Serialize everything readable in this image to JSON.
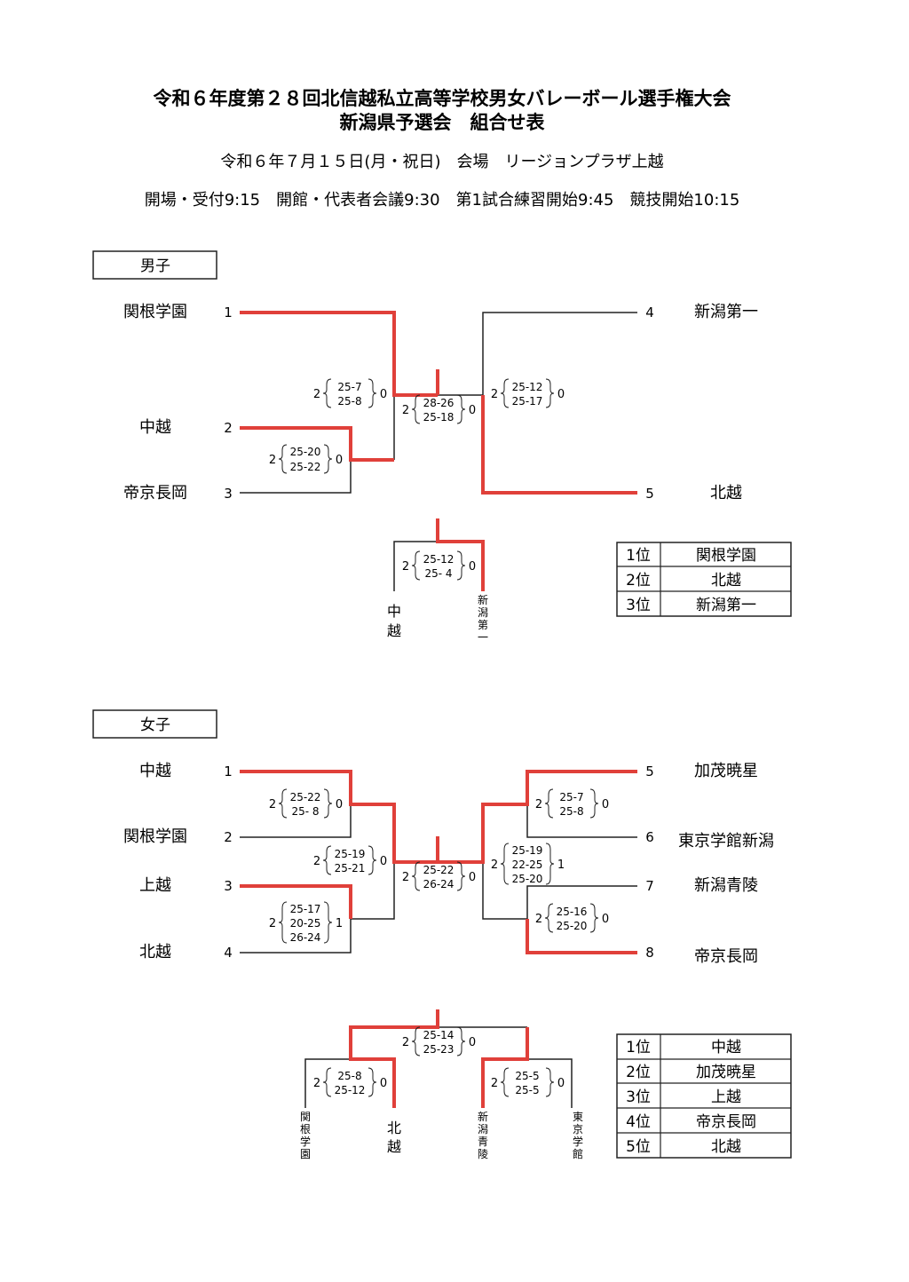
{
  "header": {
    "title_line1": "令和６年度第２８回北信越私立高等学校男女バレーボール選手権大会",
    "title_line2": "新潟県予選会　組合せ表",
    "date_venue": "令和６年７月１５日(月・祝日)　会場　リージョンプラザ上越",
    "schedule": "開場・受付9:15　開館・代表者会議9:30　第1試合練習開始9:45　競技開始10:15"
  },
  "colors": {
    "winner_line": "#e0403a",
    "line": "#222222"
  },
  "men": {
    "label": "男子",
    "teams": {
      "t1": {
        "num": "1",
        "name": "関根学園"
      },
      "t2": {
        "num": "2",
        "name": "中越"
      },
      "t3": {
        "num": "3",
        "name": "帝京長岡"
      },
      "t4": {
        "num": "4",
        "name": "新潟第一"
      },
      "t5": {
        "num": "5",
        "name": "北越"
      }
    },
    "matches": {
      "m23": {
        "l": "2",
        "r": "0",
        "s": [
          "25-20",
          "25-22"
        ]
      },
      "m1w": {
        "l": "2",
        "r": "0",
        "s": [
          "25-7",
          "25-8"
        ]
      },
      "final": {
        "l": "2",
        "r": "0",
        "s": [
          "28-26",
          "25-18"
        ]
      },
      "m45": {
        "l": "2",
        "r": "0",
        "s": [
          "25-12",
          "25-17"
        ]
      },
      "third": {
        "l": "2",
        "r": "0",
        "s": [
          "25-12",
          "25- 4"
        ]
      }
    },
    "third_teams": {
      "left": "中越",
      "right": "新潟第一"
    },
    "standings": [
      {
        "rank": "1位",
        "team": "関根学園"
      },
      {
        "rank": "2位",
        "team": "北越"
      },
      {
        "rank": "3位",
        "team": "新潟第一"
      }
    ]
  },
  "women": {
    "label": "女子",
    "teams": {
      "t1": {
        "num": "1",
        "name": "中越"
      },
      "t2": {
        "num": "2",
        "name": "関根学園"
      },
      "t3": {
        "num": "3",
        "name": "上越"
      },
      "t4": {
        "num": "4",
        "name": "北越"
      },
      "t5": {
        "num": "5",
        "name": "加茂暁星"
      },
      "t6": {
        "num": "6",
        "name": "東京学館新潟"
      },
      "t7": {
        "num": "7",
        "name": "新潟青陵"
      },
      "t8": {
        "num": "8",
        "name": "帝京長岡"
      }
    },
    "matches": {
      "m12": {
        "l": "2",
        "r": "0",
        "s": [
          "25-22",
          "25- 8"
        ]
      },
      "m34": {
        "l": "2",
        "r": "1",
        "s": [
          "25-17",
          "20-25",
          "26-24"
        ]
      },
      "semi_left": {
        "l": "2",
        "r": "0",
        "s": [
          "25-19",
          "25-21"
        ]
      },
      "final": {
        "l": "2",
        "r": "0",
        "s": [
          "25-22",
          "26-24"
        ]
      },
      "semi_right": {
        "l": "2",
        "r": "1",
        "s": [
          "25-19",
          "22-25",
          "25-20"
        ]
      },
      "m56": {
        "l": "2",
        "r": "0",
        "s": [
          "25-7",
          "25-8"
        ]
      },
      "m78": {
        "l": "2",
        "r": "0",
        "s": [
          "25-16",
          "25-20"
        ]
      },
      "pl_top": {
        "l": "2",
        "r": "0",
        "s": [
          "25-14",
          "25-23"
        ]
      },
      "pl_left": {
        "l": "2",
        "r": "0",
        "s": [
          "25-8",
          "25-12"
        ]
      },
      "pl_right": {
        "l": "2",
        "r": "0",
        "s": [
          "25-5",
          "25-5"
        ]
      }
    },
    "placement_teams": {
      "a": "関根学園",
      "b": "北越",
      "c": "新潟青陵",
      "d": "東京学館"
    },
    "standings": [
      {
        "rank": "1位",
        "team": "中越"
      },
      {
        "rank": "2位",
        "team": "加茂暁星"
      },
      {
        "rank": "3位",
        "team": "上越"
      },
      {
        "rank": "4位",
        "team": "帝京長岡"
      },
      {
        "rank": "5位",
        "team": "北越"
      }
    ]
  }
}
